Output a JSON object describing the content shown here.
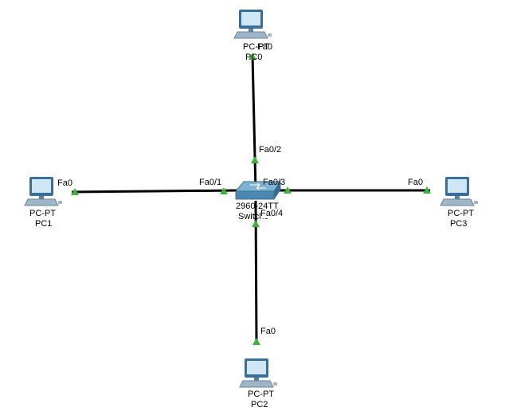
{
  "devices": {
    "pc0": {
      "model": "PC-PT",
      "name": "PC0",
      "port": "Fa0"
    },
    "pc1": {
      "model": "PC-PT",
      "name": "PC1",
      "port": "Fa0"
    },
    "pc2": {
      "model": "PC-PT",
      "name": "PC2",
      "port": "Fa0"
    },
    "pc3": {
      "model": "PC-PT",
      "name": "PC3",
      "port": "Fa0"
    },
    "switch": {
      "model": "2960-24TT",
      "name": "Switch0"
    }
  },
  "links": {
    "sw_to_pc0": "Fa0/2",
    "sw_to_pc1": "Fa0/1",
    "sw_to_pc3": "Fa0/3",
    "sw_to_pc2": "Fa0/4"
  },
  "colors": {
    "cable": "#000000",
    "link_up": "#3cb43c",
    "pc_body": "#3a6f9a",
    "pc_screen": "#cfe6f5",
    "switch_body": "#4a88b0"
  },
  "icons": {
    "pc": "computer-icon",
    "switch": "switch-icon",
    "link_status": "triangle-up-icon"
  }
}
